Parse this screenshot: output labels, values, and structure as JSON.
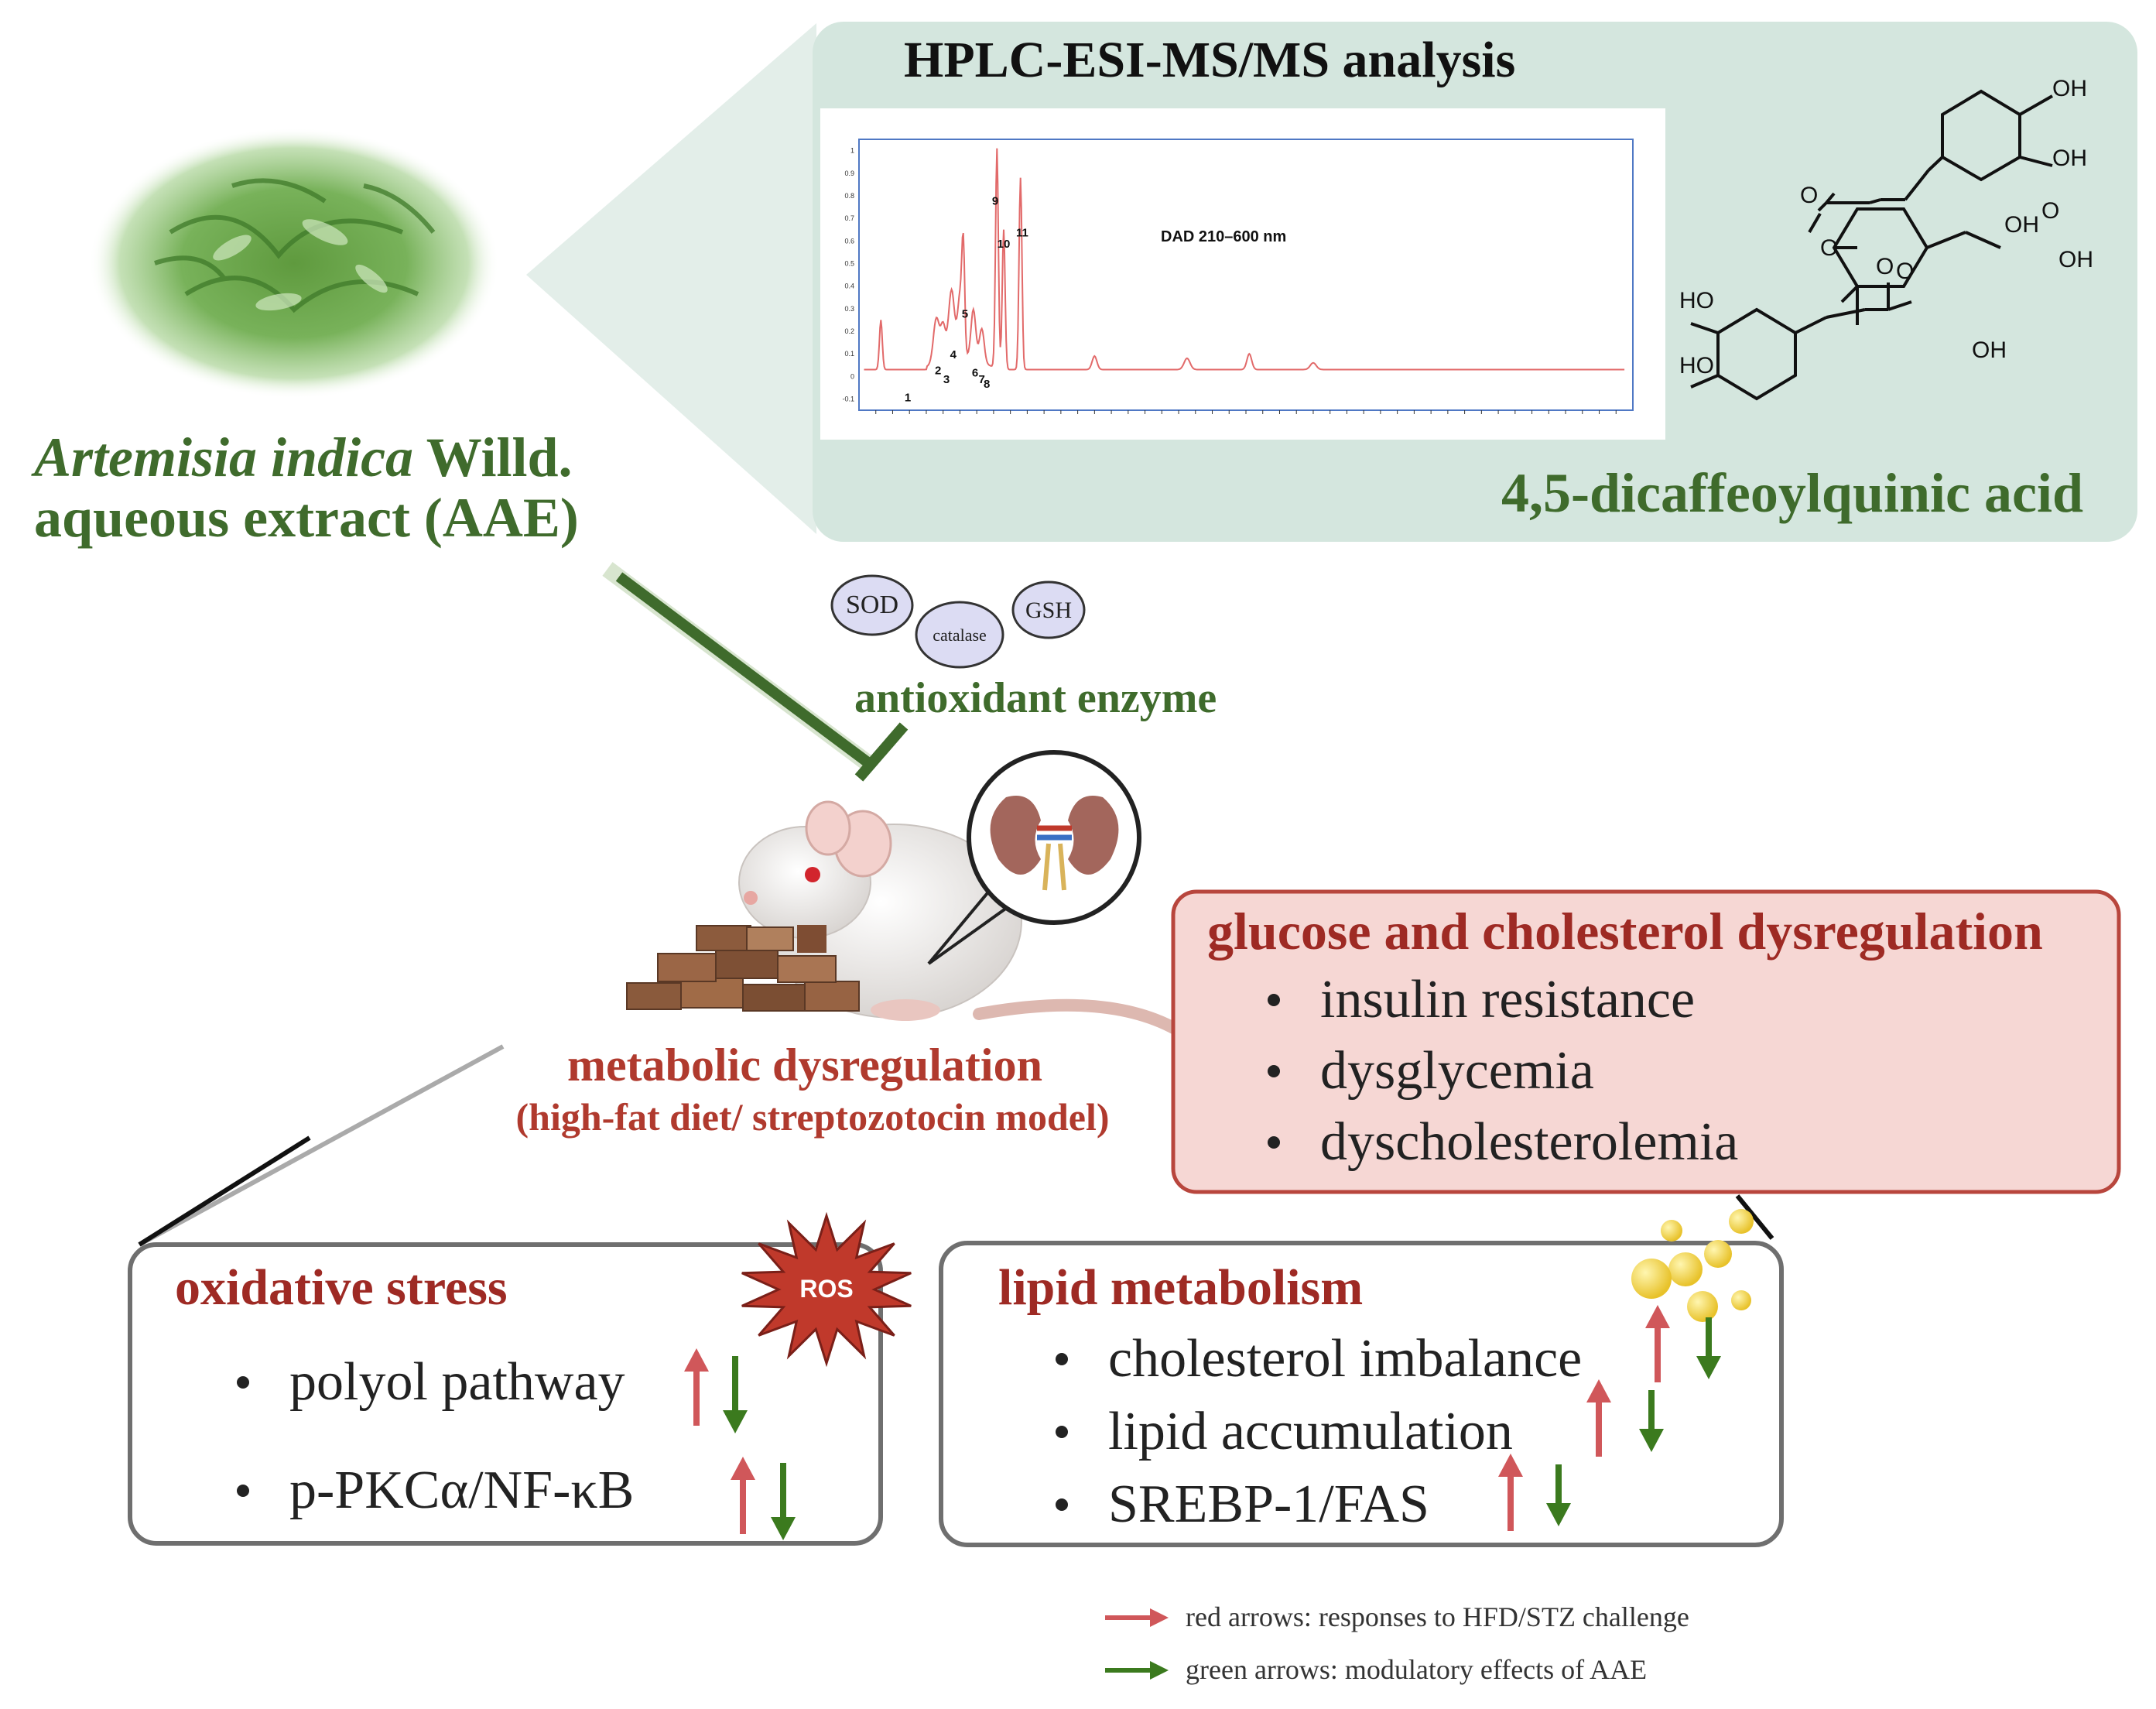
{
  "hplc": {
    "title": "HPLC-ESI-MS/MS analysis",
    "dad_label": "DAD 210–600 nm",
    "y_ticks": [
      "1",
      "0.9",
      "0.8",
      "0.7",
      "0.6",
      "0.5",
      "0.4",
      "0.3",
      "0.2",
      "0.1",
      "0",
      "-0.1"
    ],
    "peaks": [
      "1",
      "2",
      "3",
      "4",
      "5",
      "6",
      "7",
      "8",
      "9",
      "10",
      "11"
    ]
  },
  "compound": {
    "name": "4,5-dicaffeoylquinic acid",
    "oh_label": "OH",
    "ho_label": "HO",
    "o_label": "O"
  },
  "plant": {
    "name_italic": "Artemisia indica",
    "name_rest": " Willd.",
    "line2": "aqueous extract (AAE)"
  },
  "antioxidant": {
    "label": "antioxidant enzyme",
    "sod": "SOD",
    "catalase": "catalase",
    "gsh": "GSH"
  },
  "model": {
    "title": "metabolic dysregulation",
    "subtitle": "(high-fat diet/ streptozotocin model)"
  },
  "glucose_box": {
    "title": "glucose and cholesterol dysregulation",
    "items": [
      "insulin resistance",
      "dysglycemia",
      "dyscholesterolemia"
    ]
  },
  "oxidative_box": {
    "title": "oxidative stress",
    "items": [
      "polyol pathway",
      "p-PKCα/NF-κB"
    ],
    "ros": "ROS"
  },
  "lipid_box": {
    "title": "lipid metabolism",
    "items": [
      "cholesterol imbalance",
      "lipid accumulation",
      "SREBP-1/FAS"
    ]
  },
  "legend": {
    "red": "red arrows: responses to HFD/STZ challenge",
    "green": "green arrows: modulatory  effects of AAE"
  },
  "colors": {
    "green": "#3f6b2c",
    "red_text": "#b03a2e",
    "panel_bg": "#d3e6de",
    "box_fill": "#f6d7d4",
    "box_border": "#b8463d"
  }
}
